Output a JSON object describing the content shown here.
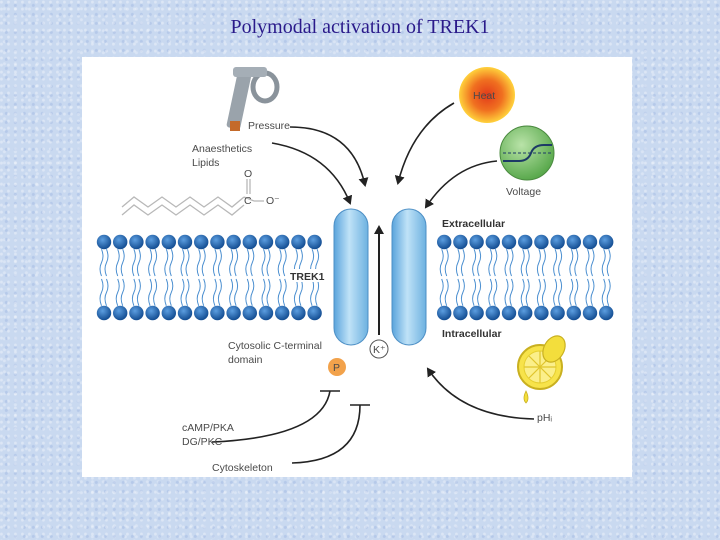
{
  "slide": {
    "title": "Polymodal activation of TREK1"
  },
  "figure": {
    "labels": {
      "pressure": "Pressure",
      "anaesthetics": "Anaesthetics",
      "lipids": "Lipids",
      "heat": "Heat",
      "voltage": "Voltage",
      "extracellular": "Extracellular",
      "intracellular": "Intracellular",
      "trek1": "TREK1",
      "cterm_line1": "Cytosolic C-terminal",
      "cterm_line2": "domain",
      "potassium": "K⁺",
      "phospho": "P",
      "camp_pka": "cAMP/PKA",
      "dg_pkc": "DG/PKC",
      "cytoskeleton": "Cytoskeleton",
      "ph": "pHᵢ",
      "chem_o": "O",
      "chem_c": "C",
      "chem_o_minus": "O⁻"
    },
    "colors": {
      "bilayer_head": "#1f66b5",
      "channel": "#8cc4ea",
      "heat_core": "#e43a1c",
      "heat_glow": "#ffd23c",
      "voltage_disk": "#7fc472",
      "phospho_dot": "#f2a24b",
      "lemon": "#f3de3c",
      "arrow": "#222222"
    }
  }
}
